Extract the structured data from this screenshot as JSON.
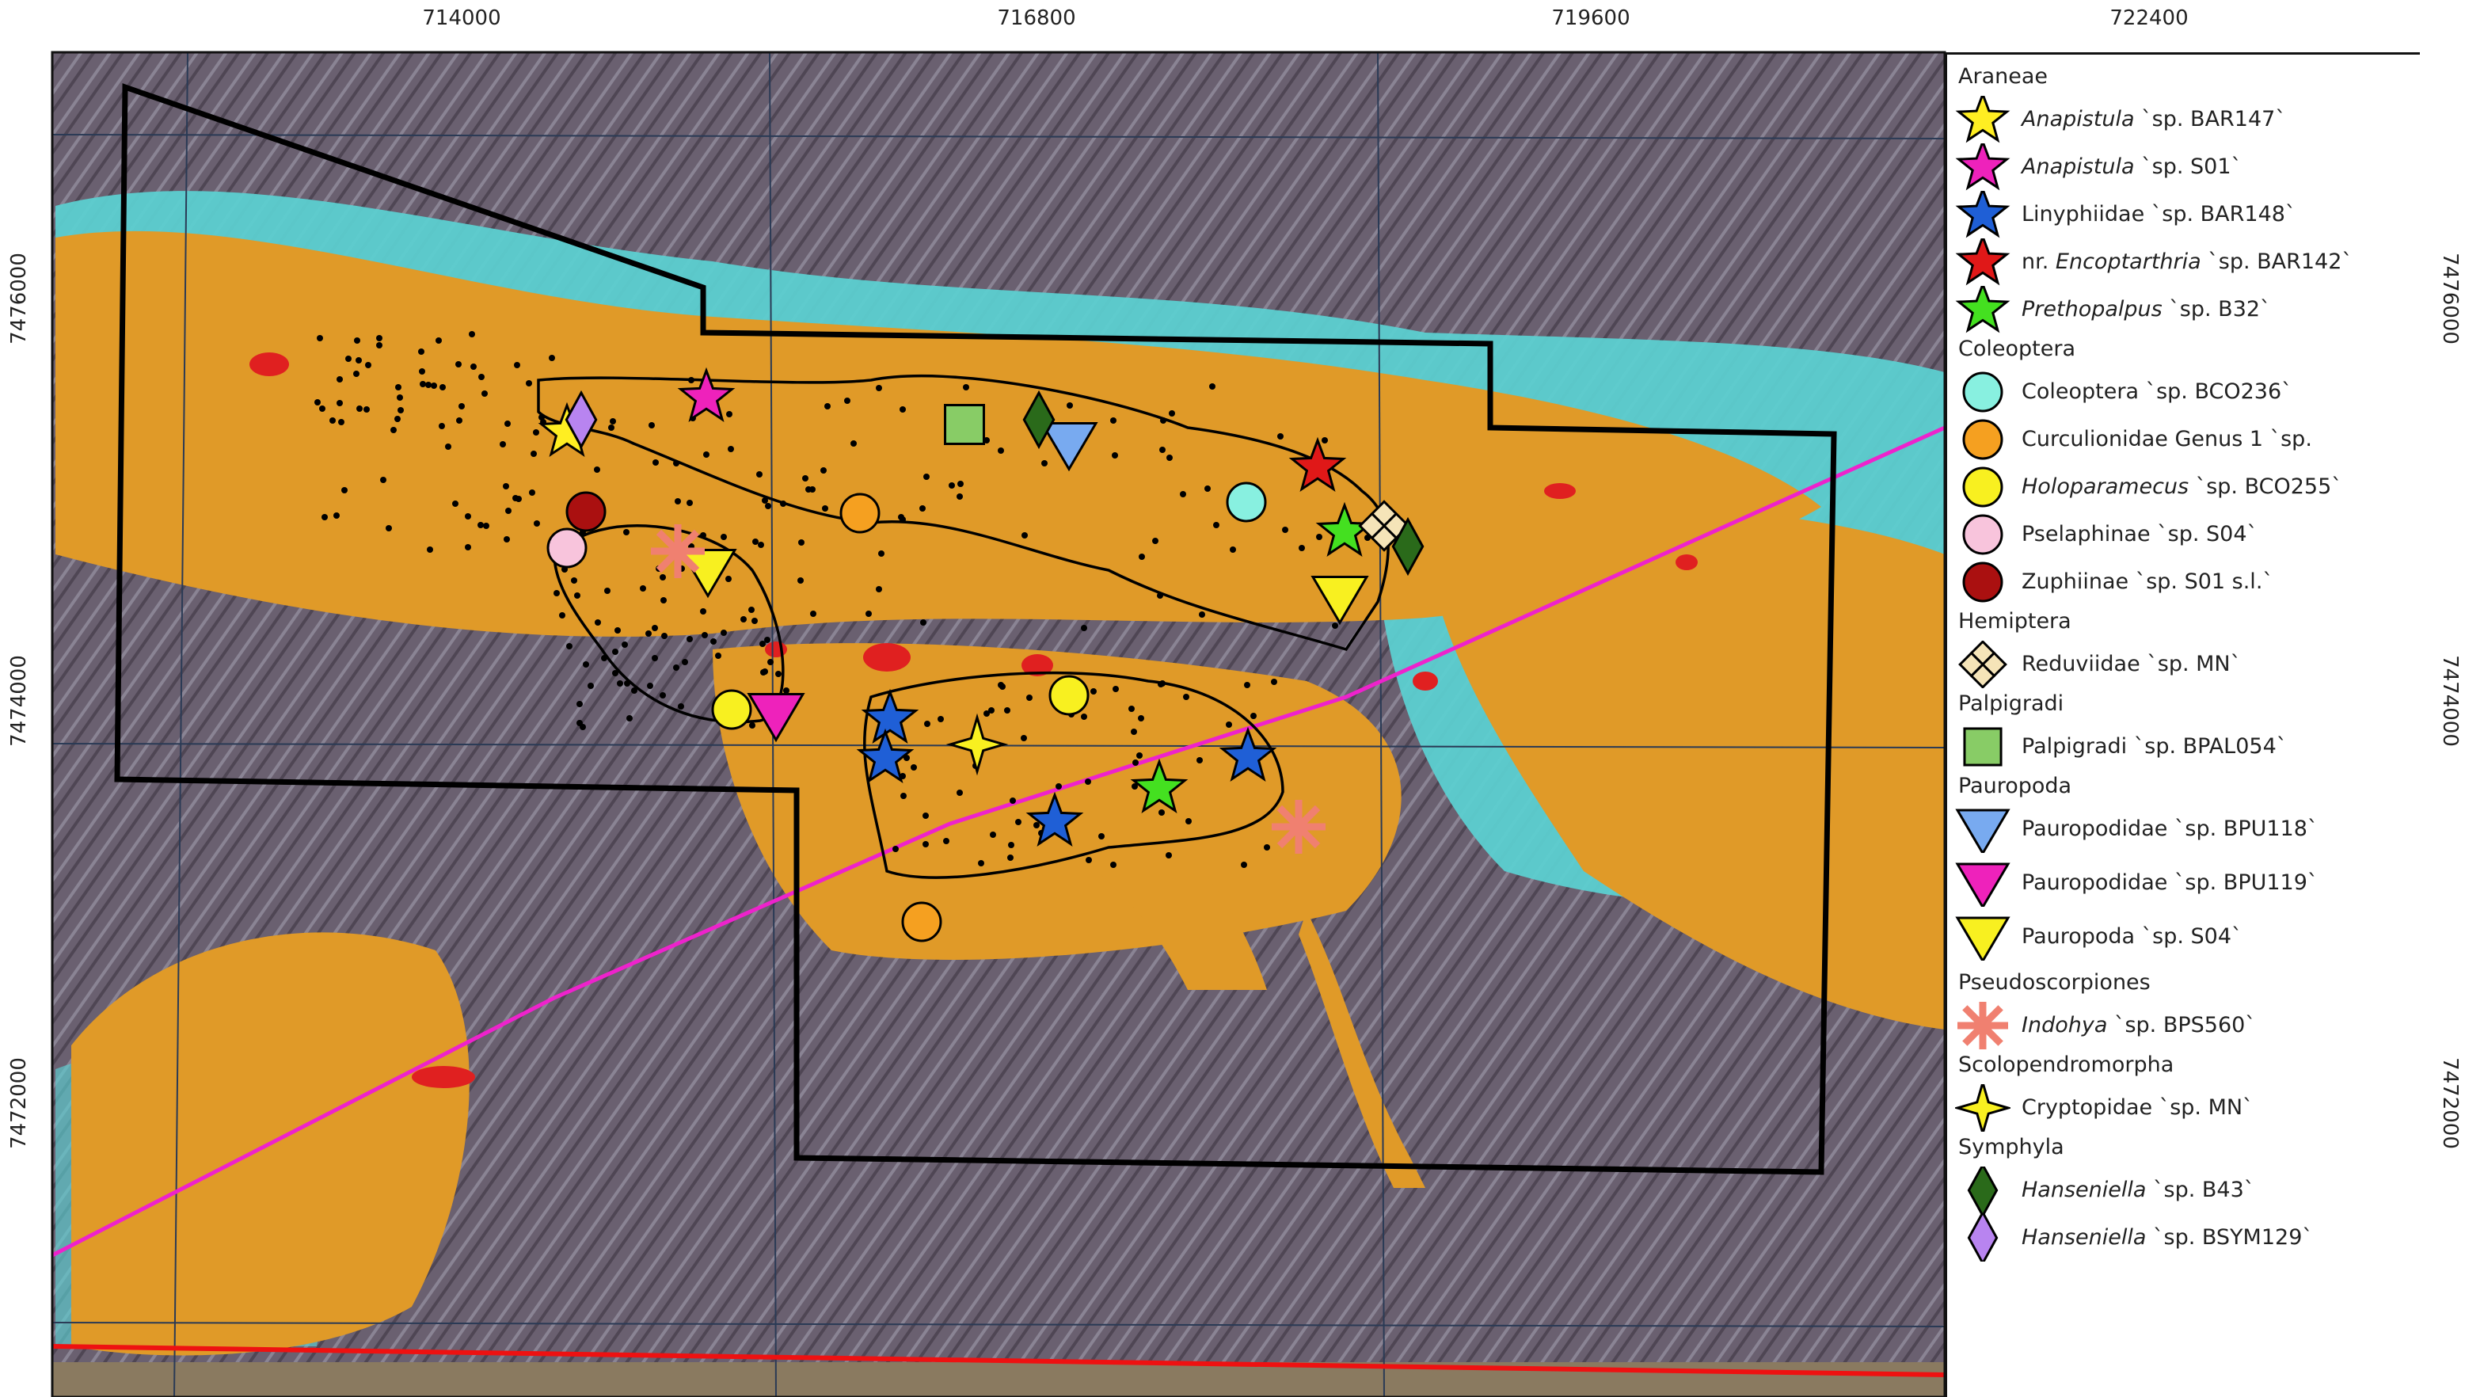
{
  "axes": {
    "x_ticks": [
      "714000",
      "716800",
      "719600",
      "722400"
    ],
    "y_ticks": [
      "7476000",
      "7474000",
      "7472000"
    ]
  },
  "legend": {
    "groups": [
      {
        "title": "Araneae",
        "items": [
          {
            "genus": "Anapistula",
            "rest": " `sp. BAR147`",
            "symbol": "star",
            "color": "#ffee22"
          },
          {
            "genus": "Anapistula",
            "rest": " `sp. S01`",
            "symbol": "star",
            "color": "#ee22bb"
          },
          {
            "genus": "",
            "rest": "Linyphiidae `sp. BAR148`",
            "symbol": "star",
            "color": "#1f5fd6"
          },
          {
            "prefix": "nr. ",
            "genus": "Encoptarthria",
            "rest": " `sp. BAR142`",
            "symbol": "star",
            "color": "#e01818"
          },
          {
            "genus": "Prethopalpus",
            "rest": " `sp. B32`",
            "symbol": "star",
            "color": "#44e020"
          }
        ]
      },
      {
        "title": "Coleoptera",
        "items": [
          {
            "genus": "",
            "rest": "Coleoptera `sp. BCO236`",
            "symbol": "circle",
            "color": "#88f0e0"
          },
          {
            "genus": "",
            "rest": "Curculionidae Genus 1 `sp.",
            "symbol": "circle",
            "color": "#f5a020"
          },
          {
            "genus": "Holoparamecus",
            "rest": " `sp. BCO255`",
            "symbol": "circle",
            "color": "#f8f020"
          },
          {
            "genus": "",
            "rest": "Pselaphinae `sp. S04`",
            "symbol": "circle",
            "color": "#f8c4dc"
          },
          {
            "genus": "",
            "rest": "Zuphiinae `sp. S01 s.l.`",
            "symbol": "circle",
            "color": "#aa1010"
          }
        ]
      },
      {
        "title": "Hemiptera",
        "items": [
          {
            "genus": "",
            "rest": "Reduviidae `sp. MN`",
            "symbol": "quad",
            "color": "#f5e4b8"
          }
        ]
      },
      {
        "title": "Palpigradi",
        "items": [
          {
            "genus": "",
            "rest": "Palpigradi `sp. BPAL054`",
            "symbol": "square",
            "color": "#88cc66"
          }
        ]
      },
      {
        "title": "Pauropoda",
        "items": [
          {
            "genus": "",
            "rest": "Pauropodidae `sp. BPU118`",
            "symbol": "triangle",
            "color": "#78aaf0"
          },
          {
            "genus": "",
            "rest": "Pauropodidae `sp. BPU119`",
            "symbol": "triangle",
            "color": "#ee22bb"
          },
          {
            "genus": "",
            "rest": "Pauropoda `sp. S04`",
            "symbol": "triangle",
            "color": "#f8f020"
          }
        ]
      },
      {
        "title": "Pseudoscorpiones",
        "items": [
          {
            "genus": "Indohya",
            "rest": " `sp. BPS560`",
            "symbol": "asterisk",
            "color": "#f08070"
          }
        ]
      },
      {
        "title": "Scolopendromorpha",
        "items": [
          {
            "genus": "",
            "rest": "Cryptopidae `sp. MN`",
            "symbol": "sparkle",
            "color": "#f8f020"
          }
        ]
      },
      {
        "title": "Symphyla",
        "items": [
          {
            "genus": "Hanseniella",
            "rest": " `sp. B43`",
            "symbol": "diamond",
            "color": "#2a6a1a"
          },
          {
            "genus": "Hanseniella",
            "rest": " `sp. BSYM129`",
            "symbol": "diamond",
            "color": "#b884f0"
          }
        ]
      }
    ]
  },
  "colors": {
    "terrain": "#6a6070",
    "orange_unit": "#e09a28",
    "cyan_unit": "#5ccfd0",
    "road": "#ee22cc",
    "boundary_red": "#ee1111",
    "tenement": "#000000"
  }
}
